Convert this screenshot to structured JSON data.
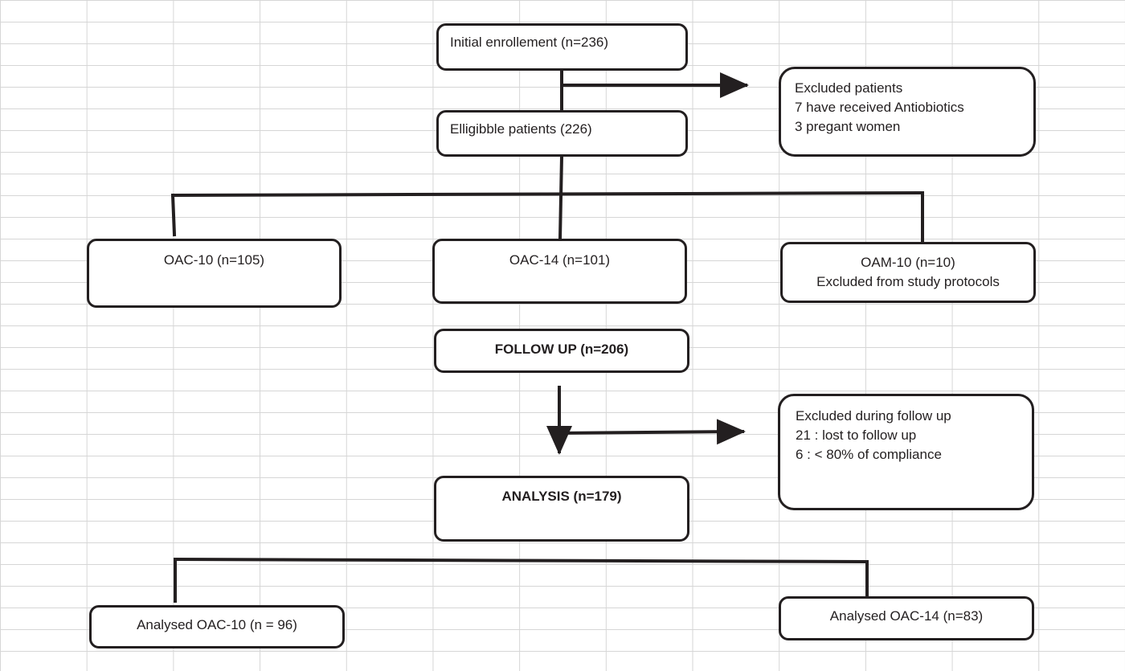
{
  "nodes": {
    "initial_enrollment": "Initial enrollement (n=236)",
    "eligible_patients": "Elligibble patients (226)",
    "excluded_patients": {
      "title": "Excluded patients",
      "lines": [
        "7 have received  Antiobiotics",
        "3 pregant women"
      ]
    },
    "oac10": "OAC-10 (n=105)",
    "oac14": "OAC-14 (n=101)",
    "oam10": {
      "title": "OAM-10 (n=10)",
      "note": "Excluded from study protocols"
    },
    "follow_up": "FOLLOW UP (n=206)",
    "excluded_follow_up": {
      "title": "Excluded during follow up",
      "lines": [
        "21 : lost to follow up",
        "6 : < 80% of compliance"
      ]
    },
    "analysis": "ANALYSIS (n=179)",
    "analysed_oac10": "Analysed  OAC-10 (n = 96)",
    "analysed_oac14": "Analysed OAC-14 (n=83)"
  },
  "colors": {
    "stroke": "#231f20",
    "grid": "#d6d6d6",
    "background": "#ffffff"
  }
}
